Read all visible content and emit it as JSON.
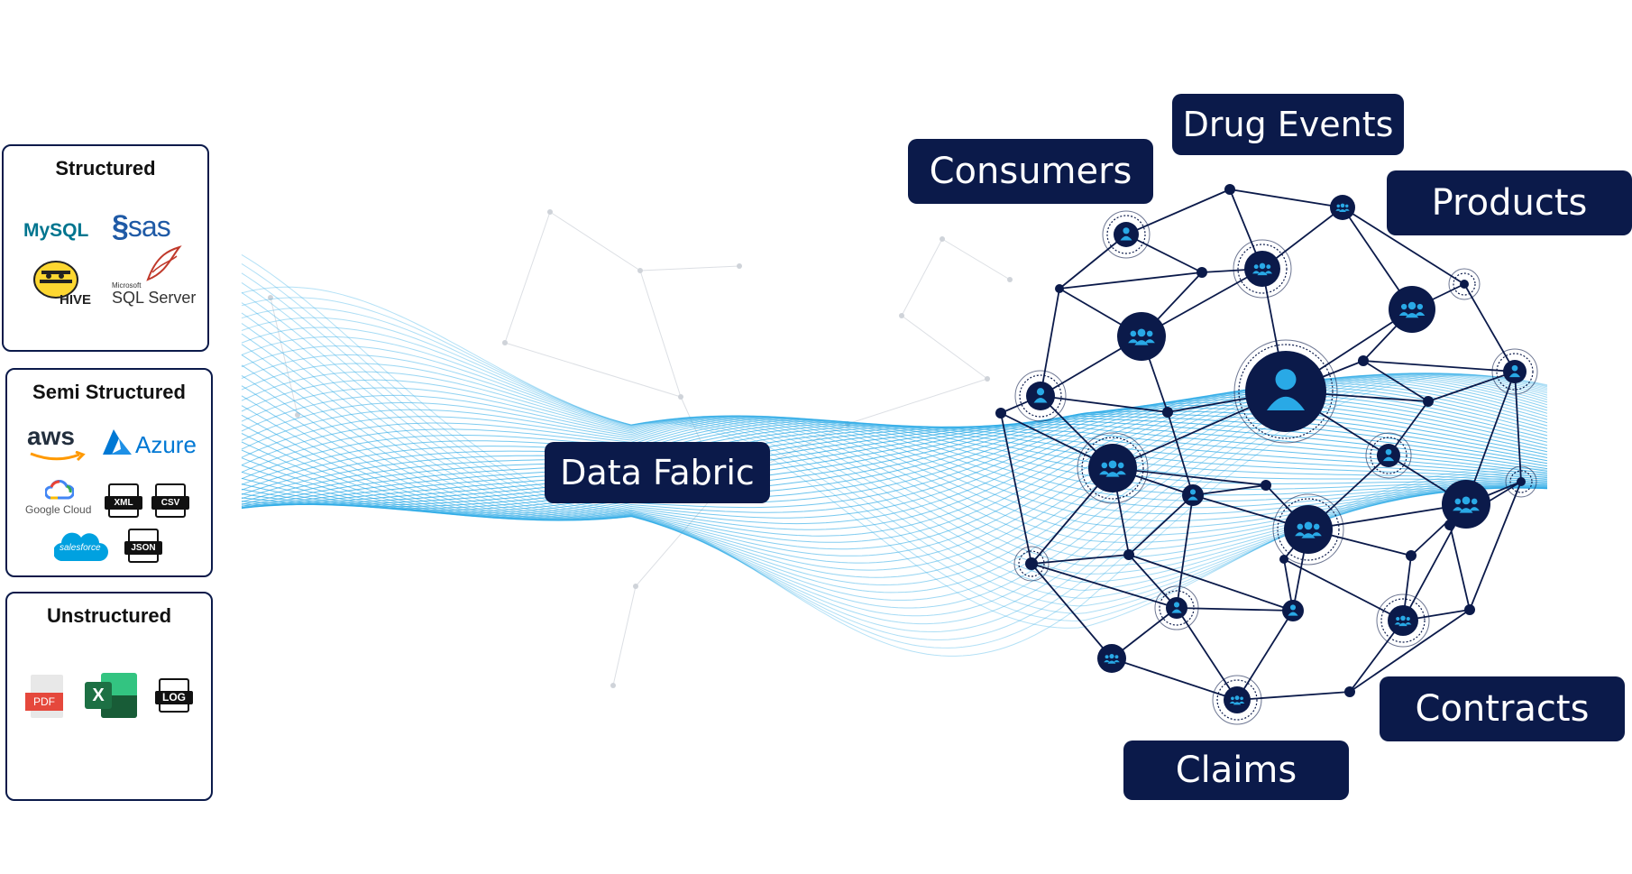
{
  "sources": {
    "structured": {
      "title": "Structured",
      "logos": [
        "MySQL",
        "sas",
        "HIVE",
        "Microsoft",
        "SQL Server"
      ]
    },
    "semi": {
      "title": "Semi Structured",
      "logos": [
        "aws",
        "Azure",
        "Google Cloud",
        "XML",
        "CSV",
        "salesforce",
        "JSON"
      ]
    },
    "unstructured": {
      "title": "Unstructured",
      "logos": [
        "PDF",
        "X",
        "LOG"
      ]
    }
  },
  "center_label": "Data Fabric",
  "entities": [
    "Drug Events",
    "Consumers",
    "Products",
    "Contracts",
    "Claims"
  ],
  "colors": {
    "navy": "#0b1a4a",
    "wave": "#29a9e6",
    "azure": "#0078d4",
    "sas": "#1f5aa6",
    "pdf": "#e5483c",
    "excel": "#1d7044"
  },
  "icons": {
    "person": "person-icon",
    "group": "group-icon"
  }
}
